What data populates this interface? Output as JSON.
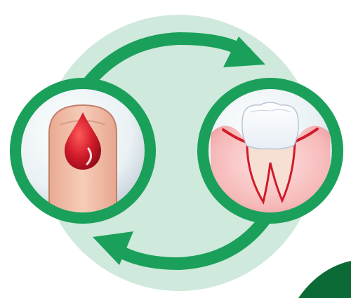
{
  "diagram": {
    "kind": "cycle",
    "nodes": [
      {
        "id": "finger-blood-drop",
        "icon": "blood-drop-on-finger-icon"
      },
      {
        "id": "inflamed-gum-tooth",
        "icon": "inflamed-gum-tooth-icon"
      }
    ],
    "arrows": [
      {
        "from": "finger-blood-drop",
        "to": "inflamed-gum-tooth",
        "direction": "clockwise-top"
      },
      {
        "from": "inflamed-gum-tooth",
        "to": "finger-blood-drop",
        "direction": "clockwise-bottom"
      }
    ],
    "colors": {
      "background_circle": "#cfe9dc",
      "ring_green": "#1aa05a",
      "arrow_green": "#1aa05a",
      "dark_green_corner": "#0b6a35",
      "blood_red": "#c8102e",
      "gum_pink": "#f3b6b6",
      "skin": "#f2c2a6"
    }
  }
}
